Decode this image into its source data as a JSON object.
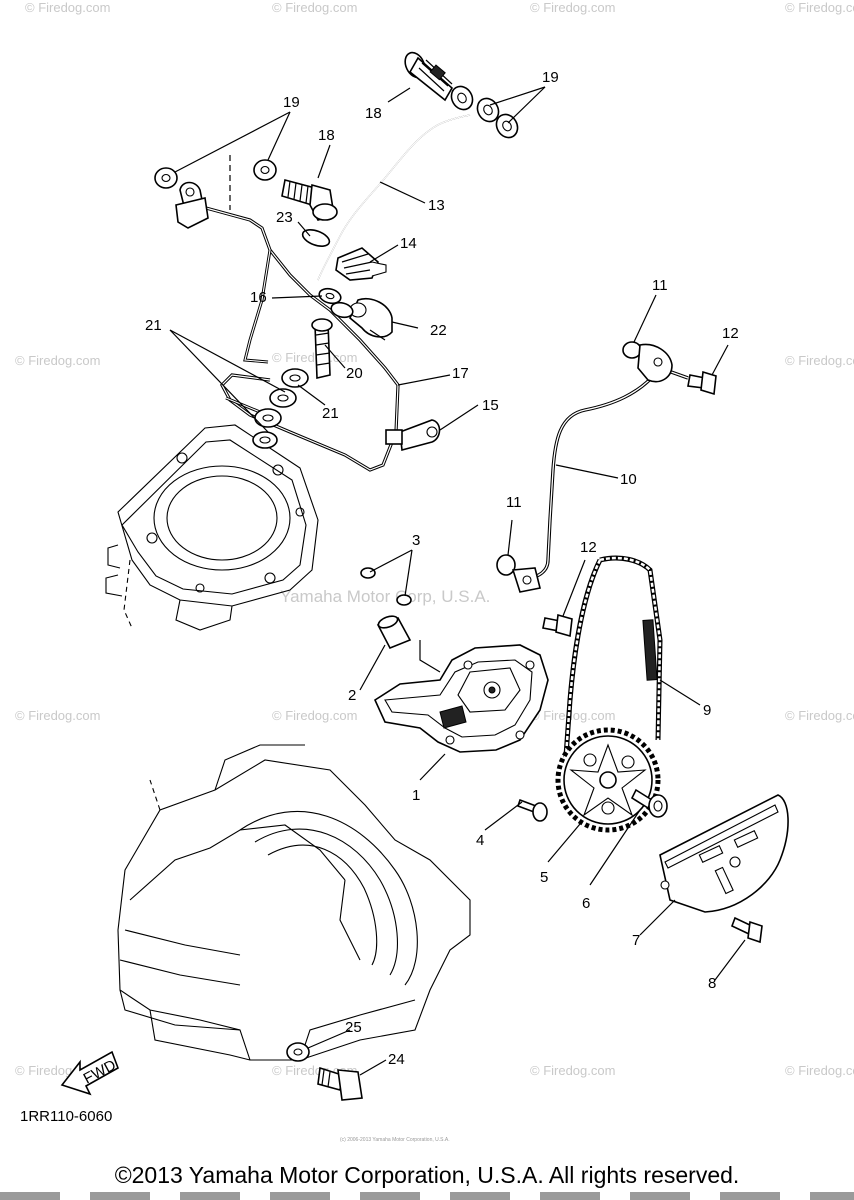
{
  "diagram": {
    "part_code": "1RR110-6060",
    "fwd_label": "FWD",
    "copyright": "©2013 Yamaha Motor Corporation, U.S.A. All rights reserved.",
    "fine_print": "(c) 2006-2013 Yamaha Motor Corporation, U.S.A.",
    "watermarks": {
      "firedog": "© Firedog.com",
      "yamaha": "Yamaha Motor Corp, U.S.A."
    },
    "callouts": [
      {
        "id": "c1",
        "label": "1"
      },
      {
        "id": "c2",
        "label": "2"
      },
      {
        "id": "c3",
        "label": "3"
      },
      {
        "id": "c4",
        "label": "4"
      },
      {
        "id": "c5",
        "label": "5"
      },
      {
        "id": "c6",
        "label": "6"
      },
      {
        "id": "c7",
        "label": "7"
      },
      {
        "id": "c8",
        "label": "8"
      },
      {
        "id": "c9",
        "label": "9"
      },
      {
        "id": "c10",
        "label": "10"
      },
      {
        "id": "c11a",
        "label": "11"
      },
      {
        "id": "c11b",
        "label": "11"
      },
      {
        "id": "c12a",
        "label": "12"
      },
      {
        "id": "c12b",
        "label": "12"
      },
      {
        "id": "c13",
        "label": "13"
      },
      {
        "id": "c14",
        "label": "14"
      },
      {
        "id": "c15",
        "label": "15"
      },
      {
        "id": "c16",
        "label": "16"
      },
      {
        "id": "c17",
        "label": "17"
      },
      {
        "id": "c18a",
        "label": "18"
      },
      {
        "id": "c18b",
        "label": "18"
      },
      {
        "id": "c19a",
        "label": "19"
      },
      {
        "id": "c19b",
        "label": "19"
      },
      {
        "id": "c20",
        "label": "20"
      },
      {
        "id": "c21a",
        "label": "21"
      },
      {
        "id": "c21b",
        "label": "21"
      },
      {
        "id": "c22",
        "label": "22"
      },
      {
        "id": "c23",
        "label": "23"
      },
      {
        "id": "c24",
        "label": "24"
      },
      {
        "id": "c25",
        "label": "25"
      }
    ]
  }
}
